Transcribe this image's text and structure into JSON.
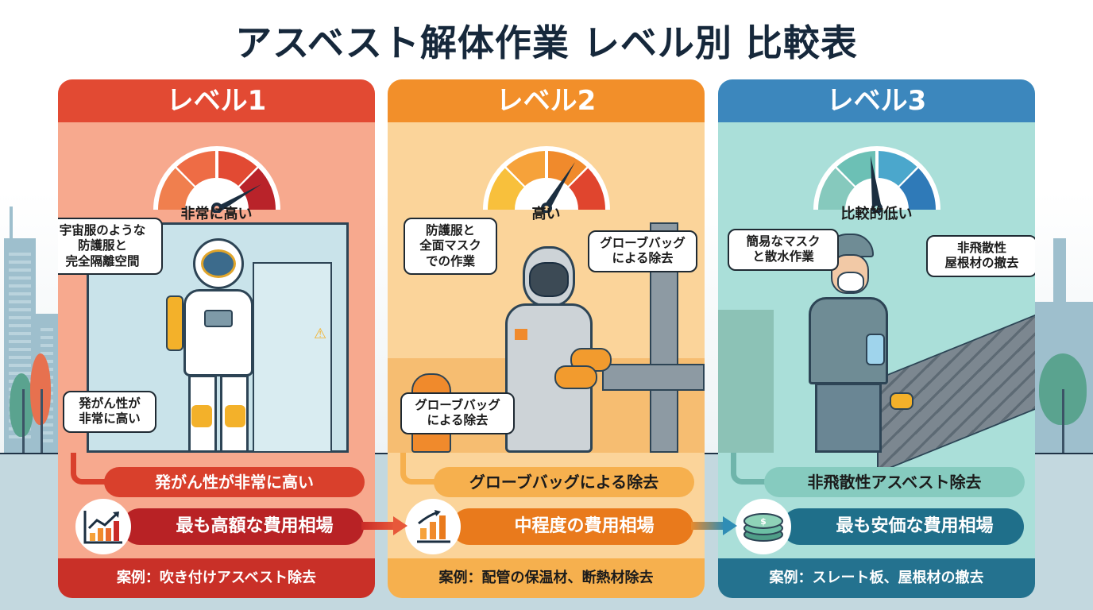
{
  "title": "アスベスト解体作業 レベル別 比較表",
  "levels": [
    {
      "header": "レベル1",
      "gauge": {
        "label": "非常に高い",
        "needle_position": "very-high",
        "segment_colors": [
          "#f07f4e",
          "#ee6c45",
          "#e24a33",
          "#b9232a"
        ]
      },
      "bubbles": [
        "宇宙服のような\n防護服と\n完全隔離空間",
        "発がん性が\n非常に高い"
      ],
      "risk": "発がん性が非常に高い",
      "cost": "最も高額な費用相場",
      "cost_icon": "chart-rising-icon",
      "case": "案例：吹き付けアスベスト除去",
      "accent": "#e24a33"
    },
    {
      "header": "レベル2",
      "gauge": {
        "label": "高い",
        "needle_position": "high",
        "segment_colors": [
          "#f8c03c",
          "#f6a23a",
          "#f08a2c",
          "#e0452e"
        ]
      },
      "bubbles": [
        "防護服と\n全面マスク\nでの作業",
        "グローブバッグ\nによる除去",
        "グローブバッグ\nによる除去"
      ],
      "risk": "グローブバッグによる除去",
      "cost": "中程度の費用相場",
      "cost_icon": "chart-bars-icon",
      "case": "案例：配管の保温材、断熱材除去",
      "accent": "#f28f2a"
    },
    {
      "header": "レベル3",
      "gauge": {
        "label": "比較的低い",
        "needle_position": "low",
        "segment_colors": [
          "#86c9bd",
          "#6cc0b5",
          "#4ba7cc",
          "#2f7ab8"
        ]
      },
      "bubbles": [
        "簡易なマスク\nと散水作業",
        "非飛散性\n屋根材の撤去"
      ],
      "risk": "非飛散性アスベスト除去",
      "cost": "最も安価な費用相場",
      "cost_icon": "money-stack-icon",
      "case": "案例：スレート板、屋根材の撤去",
      "accent": "#3c87bd"
    }
  ]
}
